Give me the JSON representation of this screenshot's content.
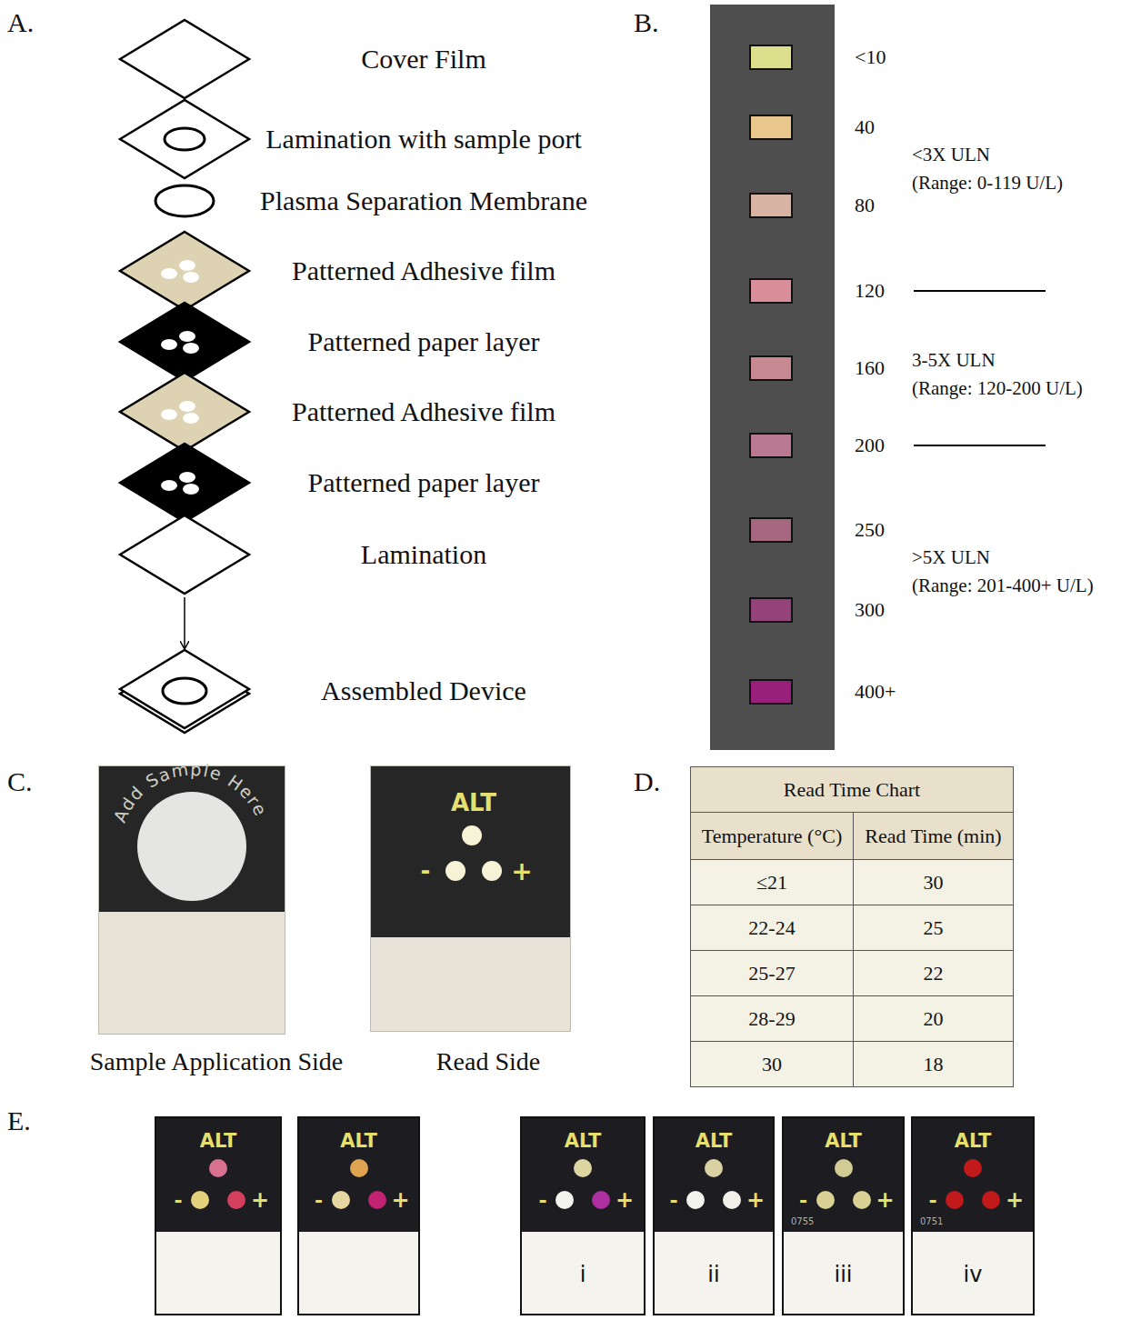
{
  "diagram": {
    "nodes": [
      {
        "text": [
          "Cover Film"
        ]
      },
      {
        "text": [
          "Lamination with sample port"
        ]
      },
      {
        "text": [
          "Plasma Separation Membrane"
        ]
      },
      {
        "text": [
          "Patterned Adhesive film"
        ]
      },
      {
        "text": [
          "Patterned paper layer"
        ]
      },
      {
        "text": [
          "Patterned Adhesive film"
        ]
      },
      {
        "text": [
          "Patterned paper layer"
        ]
      },
      {
        "text": [
          "Lamination"
        ]
      },
      {
        "text": [
          "Assembled Device"
        ]
      },
      {
        "text": [
          "<10"
        ]
      },
      {
        "text": [
          "40"
        ]
      },
      {
        "text": [
          "80"
        ]
      },
      {
        "text": [
          "120"
        ]
      },
      {
        "text": [
          "160"
        ]
      },
      {
        "text": [
          "200"
        ]
      },
      {
        "text": [
          "250"
        ]
      },
      {
        "text": [
          "300"
        ]
      },
      {
        "text": [
          "400+"
        ]
      },
      {
        "text": [
          "Add Sample Here",
          "Sample Application Side"
        ]
      },
      {
        "text": [
          "ALT",
          "-",
          "+",
          "Read Side"
        ]
      },
      {
        "text": [
          "ALT",
          "-",
          "+"
        ]
      },
      {
        "text": [
          "ALT",
          "-",
          "+"
        ]
      },
      {
        "text": [
          "ALT",
          "-",
          "+",
          "i"
        ]
      },
      {
        "text": [
          "ALT",
          "-",
          "+",
          "ii"
        ]
      },
      {
        "text": [
          "ALT",
          "-",
          "+",
          "0755",
          "iii"
        ]
      },
      {
        "text": [
          "ALT",
          "-",
          "+",
          "0751",
          "iv"
        ]
      }
    ],
    "edges": [
      {
        "from": 7,
        "to": 8,
        "arrow": "to"
      }
    ],
    "labels": [
      "A.",
      "B.",
      "<3X ULN",
      "(Range: 0-119 U/L)",
      "3-5X ULN",
      "(Range: 120-200 U/L)",
      ">5X ULN",
      "(Range: 201-400+ U/L)",
      "C.",
      "D.",
      "Read Time Chart",
      "Temperature (°C)",
      "Read Time (min)",
      "≤21",
      "30",
      "22-24",
      "25",
      "25-27",
      "22",
      "28-29",
      "20",
      "30",
      "18",
      "E."
    ]
  }
}
